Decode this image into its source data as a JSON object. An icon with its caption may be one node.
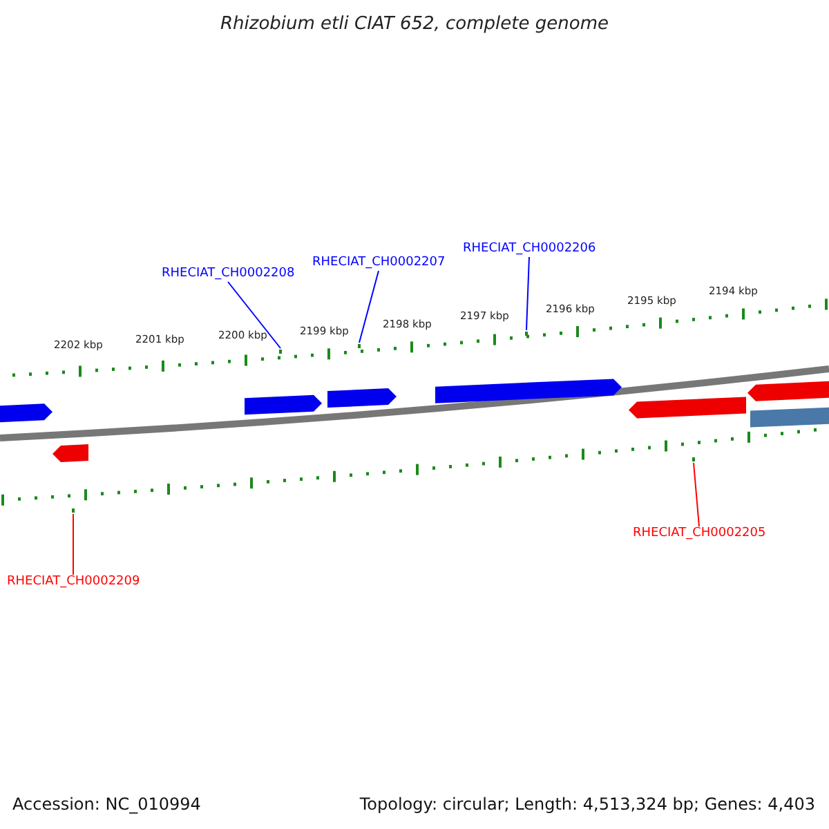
{
  "diagram": {
    "title": "Rhizobium etli CIAT 652, complete genome",
    "nodes": [
      {
        "text": [
          "RHECIAT_CH0002206"
        ]
      },
      {
        "text": [
          "RHECIAT_CH0002207"
        ]
      },
      {
        "text": [
          "RHECIAT_CH0002208"
        ]
      },
      {
        "text": [
          "RHECIAT_CH0002205"
        ]
      },
      {
        "text": [
          "RHECIAT_CH0002209"
        ]
      },
      {
        "text": [],
        "shape": "bar"
      },
      {
        "text": [],
        "shape": "bar"
      },
      {
        "text": [],
        "shape": "bar"
      },
      {
        "text": [],
        "shape": "bar"
      },
      {
        "text": [],
        "shape": "bar"
      }
    ],
    "edges": [
      {
        "from": 0,
        "to": 8,
        "arrow": "none"
      },
      {
        "from": 1,
        "to": 7,
        "arrow": "none"
      },
      {
        "from": 2,
        "to": 6,
        "arrow": "none"
      },
      {
        "from": 3,
        "to": 9,
        "arrow": "none",
        "color": "#ff0000"
      },
      {
        "from": 4,
        "to": 5,
        "arrow": "none",
        "color": "#ff0000"
      }
    ],
    "labels": [
      "2194 kbp",
      "2195 kbp",
      "2196 kbp",
      "2197 kbp",
      "2198 kbp",
      "2199 kbp",
      "2200 kbp",
      "2201 kbp",
      "2202 kbp",
      "Accession: NC_010994",
      "Topology: circular; Length: 4,513,324 bp; Genes: 4,403"
    ]
  }
}
